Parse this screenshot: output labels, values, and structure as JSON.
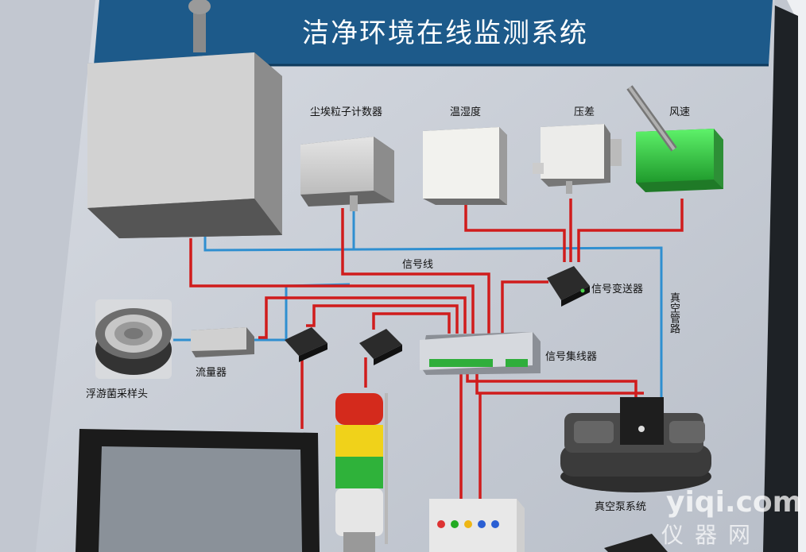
{
  "title": "洁净环境在线监测系统",
  "labels": {
    "dust_counter": "尘埃粒子计数器",
    "temp_humidity": "温湿度",
    "pressure_diff": "压差",
    "wind_speed": "风速",
    "signal_line": "信号线",
    "signal_transmitter": "信号变送器",
    "vacuum_pipe": "真空管路",
    "signal_hub": "信号集线器",
    "flowmeter": "流量器",
    "sampler_head": "浮游菌采样头",
    "vacuum_pump": "真空泵系统"
  },
  "watermark": {
    "brand": "yiqi.com",
    "chars": "仪器网"
  },
  "colors": {
    "title_bar": "#1d5a8a",
    "board": "#c8cdd6",
    "signal_wire": "#d01c1c",
    "vacuum_tube": "#2f8fd0",
    "wind_sensor": "#2ecc40",
    "tower_red": "#d42a1c",
    "tower_yellow": "#f0d21a",
    "tower_green": "#2fb23a"
  }
}
